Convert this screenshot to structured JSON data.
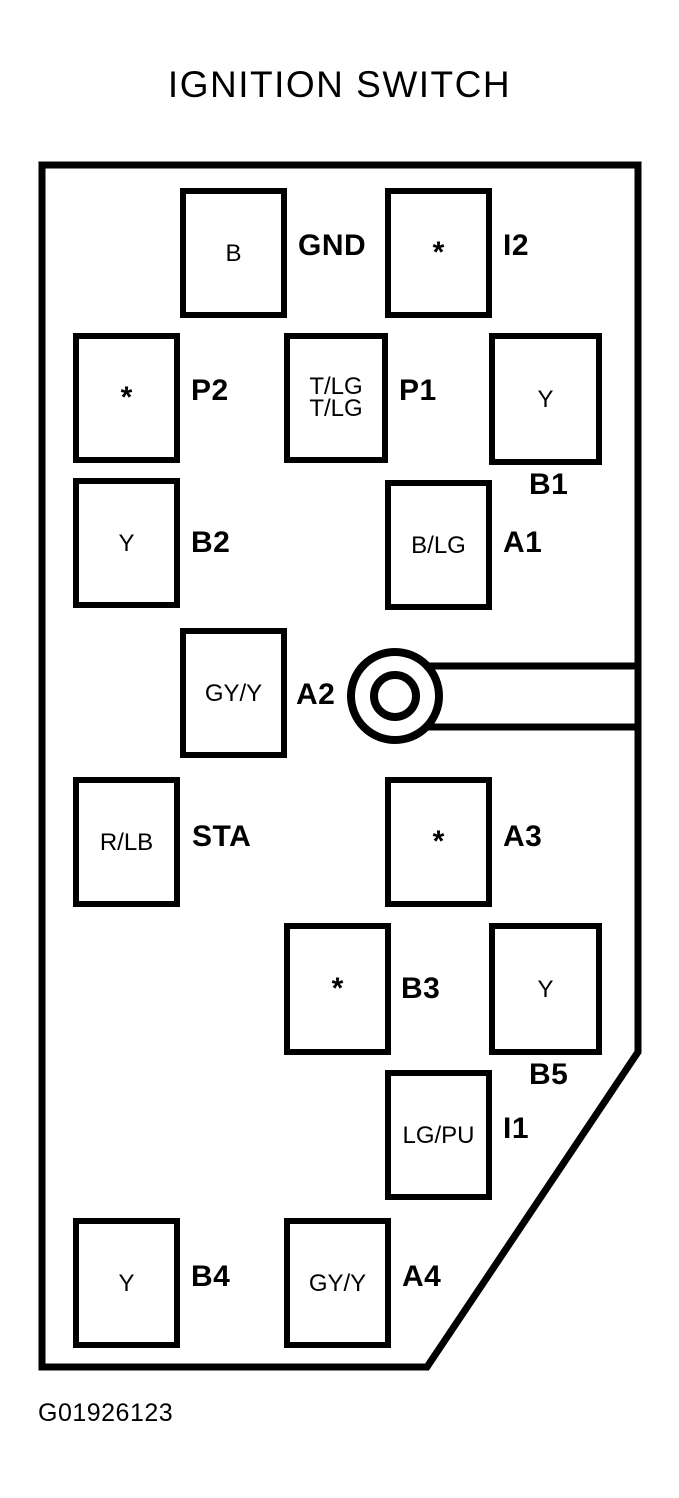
{
  "title": "IGNITION SWITCH",
  "figure_id": "G01926123",
  "colors": {
    "stroke": "#000000",
    "background": "#ffffff"
  },
  "connector": {
    "name": "ignition-switch-connector",
    "shape": "rectangle-with-chamfered-bottom-right-corner",
    "keyway": "round locking tab with horizontal channel on right side"
  },
  "pins": [
    {
      "terminal": "GND",
      "wire": "B",
      "row": 1,
      "column": "middle-left"
    },
    {
      "terminal": "I2",
      "wire": "*",
      "row": 1,
      "column": "middle-right"
    },
    {
      "terminal": "P2",
      "wire": "*",
      "row": 2,
      "column": "left"
    },
    {
      "terminal": "P1",
      "wire": "T/LG\nT/LG",
      "row": 2,
      "column": "middle"
    },
    {
      "terminal": "B1",
      "wire": "Y",
      "row": 2,
      "column": "right"
    },
    {
      "terminal": "B2",
      "wire": "Y",
      "row": 3,
      "column": "left"
    },
    {
      "terminal": "A1",
      "wire": "B/LG",
      "row": 3,
      "column": "middle-right"
    },
    {
      "terminal": "A2",
      "wire": "GY/Y",
      "row": 4,
      "column": "middle-left"
    },
    {
      "terminal": "STA",
      "wire": "R/LB",
      "row": 5,
      "column": "left"
    },
    {
      "terminal": "A3",
      "wire": "*",
      "row": 5,
      "column": "middle-right"
    },
    {
      "terminal": "B3",
      "wire": "*",
      "row": 6,
      "column": "middle"
    },
    {
      "terminal": "B5",
      "wire": "Y",
      "row": 6,
      "column": "right"
    },
    {
      "terminal": "I1",
      "wire": "LG/PU",
      "row": 7,
      "column": "middle-right"
    },
    {
      "terminal": "B4",
      "wire": "Y",
      "row": 8,
      "column": "left"
    },
    {
      "terminal": "A4",
      "wire": "GY/Y",
      "row": 8,
      "column": "middle"
    }
  ]
}
